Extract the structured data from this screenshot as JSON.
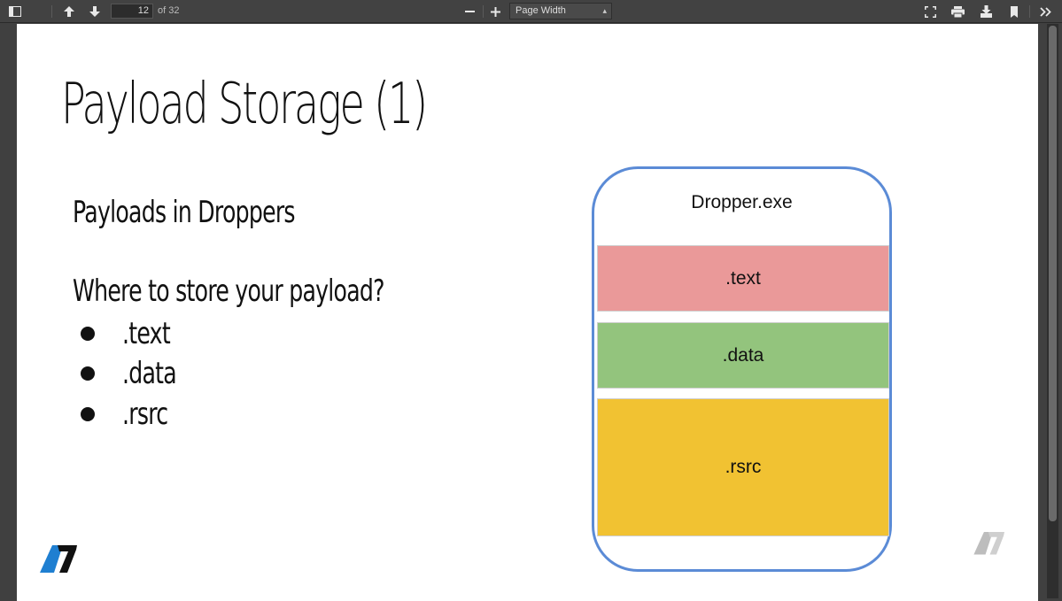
{
  "toolbar": {
    "page_current": "12",
    "page_total_text": "of 32",
    "zoom_value": "Page Width",
    "icons": [
      "sidebar-toggle-icon",
      "arrow-up-icon",
      "arrow-down-icon",
      "zoom-out-icon",
      "zoom-in-icon",
      "fullscreen-icon",
      "print-icon",
      "download-icon",
      "bookmark-icon",
      "more-tools-icon"
    ]
  },
  "slide": {
    "title": "Payload Storage (1)",
    "subtitle": "Payloads in Droppers",
    "question": "Where to store your payload?",
    "bullets": [
      ".text",
      ".data",
      ".rsrc"
    ],
    "diagram": {
      "container_label": "Dropper.exe",
      "sections": [
        {
          "label": ".text",
          "color": "#ea9999"
        },
        {
          "label": ".data",
          "color": "#93c47d"
        },
        {
          "label": ".rsrc",
          "color": "#f1c232"
        }
      ],
      "container_border_color": "#5b8bd6"
    },
    "logo_color": "#1f7fd1"
  }
}
